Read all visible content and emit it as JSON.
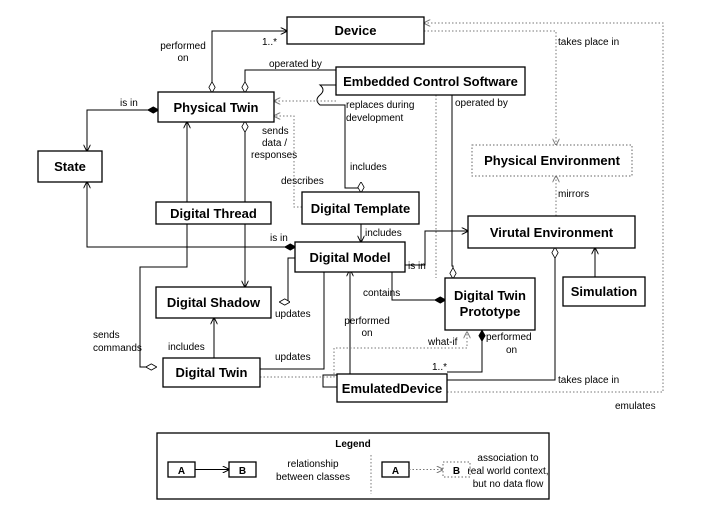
{
  "nodes": {
    "device": "Device",
    "physical_twin": "Physical Twin",
    "embedded_control_software": "Embedded Control Software",
    "state": "State",
    "physical_environment": "Physical Environment",
    "digital_thread": "Digital Thread",
    "digital_template": "Digital Template",
    "virtual_environment": "Virutal Environment",
    "digital_model": "Digital Model",
    "digital_shadow": "Digital Shadow",
    "simulation": "Simulation",
    "digital_twin_prototype_line1": "Digital Twin",
    "digital_twin_prototype_line2": "Prototype",
    "digital_twin": "Digital Twin",
    "emulated_device": "EmulatedDevice"
  },
  "edge_labels": {
    "performed_on_top_1": "performed",
    "performed_on_top_2": "on",
    "mult_device": "1..*",
    "takes_place_in_top": "takes place in",
    "operated_by_pt": "operated by",
    "is_in_state": "is in",
    "replaces_1": "replaces during",
    "replaces_2": "development",
    "operated_by_dtp": "operated by",
    "sends_data_1": "sends",
    "sends_data_2": "data /",
    "sends_data_3": "responses",
    "includes_template": "includes",
    "describes": "describes",
    "mirrors": "mirrors",
    "includes_model": "includes",
    "is_in_model": "is in",
    "is_in_venv": "is in",
    "contains": "contains",
    "updates_shadow": "updates",
    "sends_commands_1": "sends",
    "sends_commands_2": "commands",
    "performed_on_model_1": "performed",
    "performed_on_model_2": "on",
    "includes_twin": "includes",
    "updates_twin": "updates",
    "what_if": "what-if",
    "performed_on_dtp_1": "performed",
    "performed_on_dtp_2": "on",
    "mult_emulated": "1..*",
    "takes_place_in_bottom": "takes place in",
    "emulates": "emulates"
  },
  "legend": {
    "title": "Legend",
    "a1": "A",
    "b1": "B",
    "rel_1": "relationship",
    "rel_2": "between classes",
    "a2": "A",
    "b2": "B",
    "assoc_1": "association to",
    "assoc_2": "real world context,",
    "assoc_3": "but no data flow"
  }
}
